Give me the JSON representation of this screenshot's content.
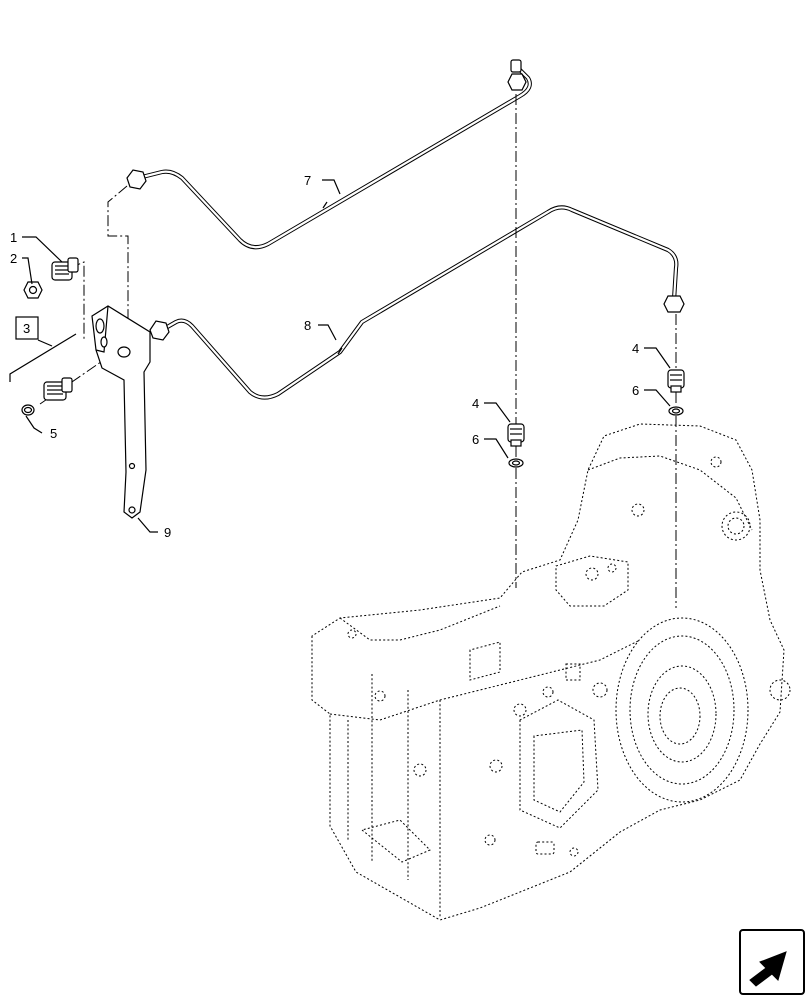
{
  "callouts": {
    "c1": "1",
    "c2": "2",
    "c3": "3",
    "c4a": "4",
    "c4b": "4",
    "c5": "5",
    "c6a": "6",
    "c6b": "6",
    "c7": "7",
    "c8": "8",
    "c9": "9"
  },
  "nav": {
    "icon": "arrow-icon"
  }
}
